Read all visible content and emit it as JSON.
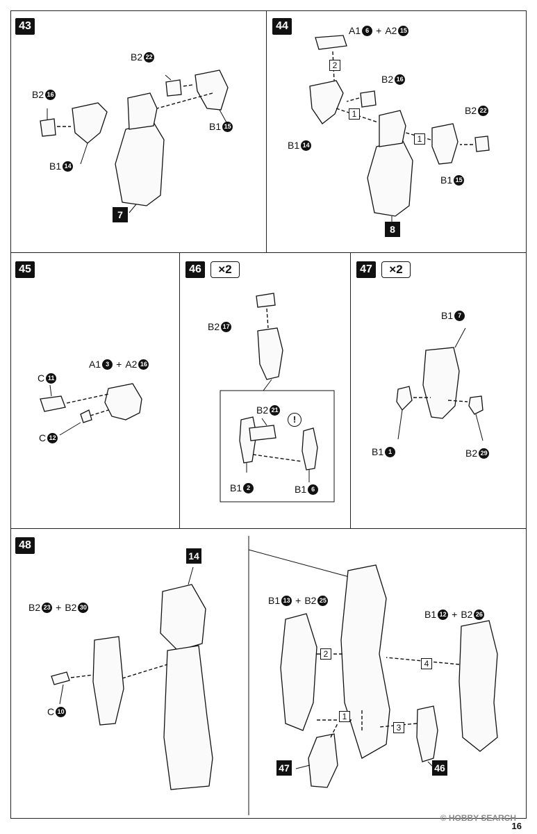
{
  "steps": {
    "s43": {
      "num": "43"
    },
    "s44": {
      "num": "44"
    },
    "s45": {
      "num": "45"
    },
    "s46": {
      "num": "46",
      "mult": "×2"
    },
    "s47": {
      "num": "47",
      "mult": "×2"
    },
    "s48": {
      "num": "48"
    }
  },
  "labels": {
    "b2_22_a": {
      "runner": "B2",
      "part": "22"
    },
    "b2_16_a": {
      "runner": "B2",
      "part": "16"
    },
    "b1_14_a": {
      "runner": "B1",
      "part": "14"
    },
    "b1_15_a": {
      "runner": "B1",
      "part": "15"
    },
    "a1_6": {
      "runner": "A1",
      "part": "6"
    },
    "a2_15": {
      "runner": "A2",
      "part": "15"
    },
    "b2_16_b": {
      "runner": "B2",
      "part": "16"
    },
    "b2_22_b": {
      "runner": "B2",
      "part": "22"
    },
    "b1_14_b": {
      "runner": "B1",
      "part": "14"
    },
    "b1_15_b": {
      "runner": "B1",
      "part": "15"
    },
    "c_11": {
      "runner": "C",
      "part": "11"
    },
    "a1_3": {
      "runner": "A1",
      "part": "3"
    },
    "a2_16": {
      "runner": "A2",
      "part": "16"
    },
    "c_12": {
      "runner": "C",
      "part": "12"
    },
    "b2_17": {
      "runner": "B2",
      "part": "17"
    },
    "b2_21": {
      "runner": "B2",
      "part": "21"
    },
    "b1_2": {
      "runner": "B1",
      "part": "2"
    },
    "b1_6": {
      "runner": "B1",
      "part": "6"
    },
    "b1_7": {
      "runner": "B1",
      "part": "7"
    },
    "b1_1": {
      "runner": "B1",
      "part": "1"
    },
    "b2_29": {
      "runner": "B2",
      "part": "29"
    },
    "b2_23": {
      "runner": "B2",
      "part": "23"
    },
    "b2_30": {
      "runner": "B2",
      "part": "30"
    },
    "c_10": {
      "runner": "C",
      "part": "10"
    },
    "b1_13": {
      "runner": "B1",
      "part": "13"
    },
    "b2_25": {
      "runner": "B2",
      "part": "25"
    },
    "b1_12": {
      "runner": "B1",
      "part": "12"
    },
    "b2_26": {
      "runner": "B2",
      "part": "26"
    }
  },
  "assemblies": {
    "a7": "7",
    "a8": "8",
    "a14": "14",
    "a47": "47",
    "a46": "46"
  },
  "order": {
    "o1": "1",
    "o2": "2",
    "o3": "3",
    "o4": "4"
  },
  "warning": "!",
  "watermark": "© HOBBY SEARCH",
  "page_number": "16"
}
